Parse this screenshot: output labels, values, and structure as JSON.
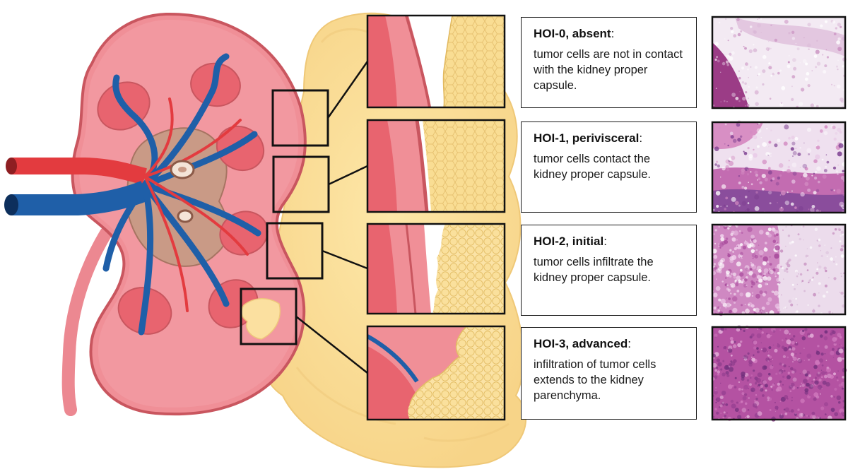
{
  "grades": [
    {
      "label": "HOI-0, absent",
      "suffix": ":",
      "description": "tumor cells are not in contact with the kidney proper capsule.",
      "histology": "histology-hoi-0"
    },
    {
      "label": "HOI-1, perivisceral",
      "suffix": ":",
      "description": "tumor cells contact the kidney proper capsule.",
      "histology": "histology-hoi-1"
    },
    {
      "label": "HOI-2, initial",
      "suffix": ":",
      "description": "tumor cells infiltrate the kidney proper capsule.",
      "histology": "histology-hoi-2"
    },
    {
      "label": "HOI-3, advanced",
      "suffix": ":",
      "description": "infiltration of tumor cells extends to the kidney parenchyma.",
      "histology": "histology-hoi-3"
    }
  ],
  "colors": {
    "cortex": "#f08f97",
    "cortex_light": "#f5a9ae",
    "pyramid": "#e8646f",
    "pelvis": "#c99a86",
    "vein": "#1f5fa8",
    "artery": "#e33b3f",
    "tumor": "#f9dd93",
    "tumor_cell_edge": "#e8c46a",
    "he_pink": "#c45aa8",
    "he_light": "#ead6ea"
  }
}
